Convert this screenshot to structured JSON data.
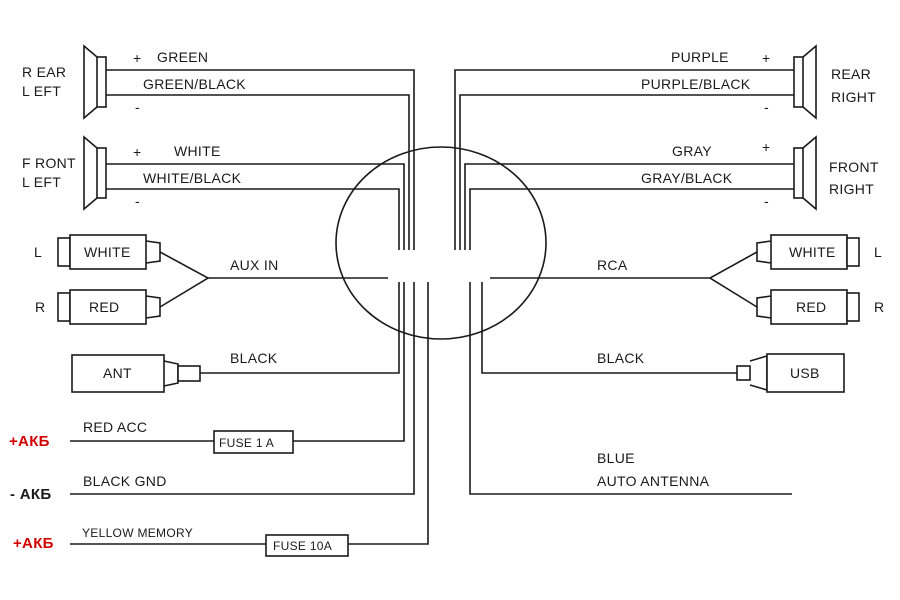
{
  "speakers": {
    "rear_left": {
      "label_line1": "R EAR",
      "label_line2": "L EFT",
      "plus": "+",
      "minus": "-",
      "wire_plus": "GREEN",
      "wire_minus": "GREEN/BLACK"
    },
    "front_left": {
      "label_line1": "F RONT",
      "label_line2": "L EFT",
      "plus": "+",
      "minus": "-",
      "wire_plus": "WHITE",
      "wire_minus": "WHITE/BLACK"
    },
    "rear_right": {
      "label_line1": "REAR",
      "label_line2": "RIGHT",
      "plus": "+",
      "minus": "-",
      "wire_plus": "PURPLE",
      "wire_minus": "PURPLE/BLACK"
    },
    "front_right": {
      "label_line1": "FRONT",
      "label_line2": "RIGHT",
      "plus": "+",
      "minus": "-",
      "wire_plus": "GRAY",
      "wire_minus": "GRAY/BLACK"
    }
  },
  "aux_in": {
    "label": "AUX IN",
    "l": "L",
    "r": "R",
    "plug_white": "WHITE",
    "plug_red": "RED"
  },
  "rca": {
    "label": "RCA",
    "l": "L",
    "r": "R",
    "plug_white": "WHITE",
    "plug_red": "RED"
  },
  "antenna": {
    "plug": "ANT",
    "wire": "BLACK"
  },
  "usb": {
    "plug": "USB",
    "wire": "BLACK"
  },
  "power": {
    "acc": {
      "battery": "+АКБ",
      "wire": "RED  ACC",
      "fuse": "FUSE    1 A"
    },
    "gnd": {
      "battery": "- АКБ",
      "wire": "BLACK  GND"
    },
    "memory": {
      "battery": "+АКБ",
      "wire": "YELLOW MEMORY",
      "fuse": "FUSE  10A"
    }
  },
  "auto_antenna": {
    "line1": "BLUE",
    "line2": "AUTO ANTENNA"
  },
  "colors": {
    "line": "#1a1a1a",
    "battery_red": "#d40000",
    "battery_black": "#111111"
  }
}
